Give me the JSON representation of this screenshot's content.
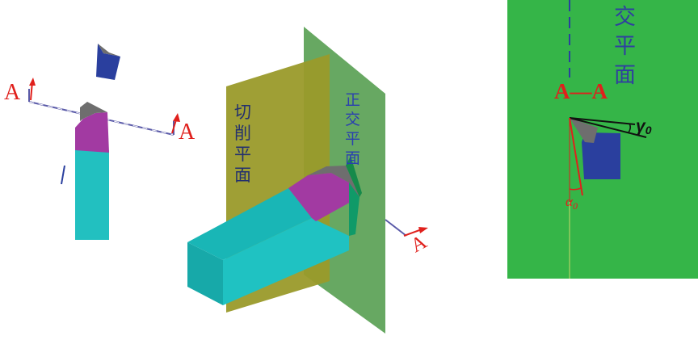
{
  "left_view": {
    "label_left": "A",
    "label_right": "A"
  },
  "center_view": {
    "cutting_plane_label": [
      "切",
      "削",
      "平",
      "面"
    ],
    "orthogonal_plane_label": [
      "正",
      "交",
      "平",
      "面"
    ],
    "section_arrow_label": "A"
  },
  "right_panel": {
    "plane_label": [
      "交",
      "平",
      "面"
    ],
    "section_label": "A—A",
    "rake_angle_symbol": "γ",
    "rake_angle_subscript": "0",
    "clearance_angle_symbol": "α",
    "clearance_angle_subscript": "0"
  },
  "colors": {
    "tool_shank": "#22c0c0",
    "rake_face": "#a23aa2",
    "insert": "#6e6e6e",
    "insert_blue": "#2a3f9e",
    "cutting_plane": "#9a9a2a",
    "orthogonal_plane": "#5fa35a",
    "panel_background": "#35b548",
    "label_red": "#e0201c"
  }
}
